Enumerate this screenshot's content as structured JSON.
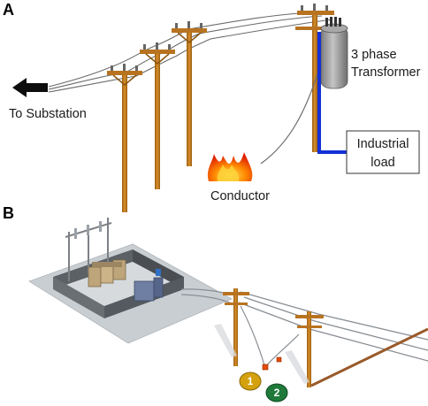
{
  "panel_a": {
    "label": "A",
    "to_substation_label": "To Substation",
    "transformer_label_line1": "3 phase",
    "transformer_label_line2": "Transformer",
    "industrial_load_line1": "Industrial",
    "industrial_load_line2": "load",
    "conductor_label": "Conductor"
  },
  "panel_b": {
    "label": "B",
    "fault_markers": [
      "1",
      "2"
    ]
  },
  "colors": {
    "pole": "#c07a1e",
    "pole_dark": "#8a5410",
    "wire": "#6b6b6b",
    "feed_line": "#1430d6",
    "transformer": "#9a9a9a",
    "fire": "#ff4a00",
    "marker_1": "#d4a10f",
    "marker_2": "#1f7a3a",
    "substation_base": "#c9ced3",
    "substation_wall": "#5c6166"
  },
  "icons": [
    "arrow-left-icon",
    "fire-icon",
    "transformer-icon"
  ]
}
